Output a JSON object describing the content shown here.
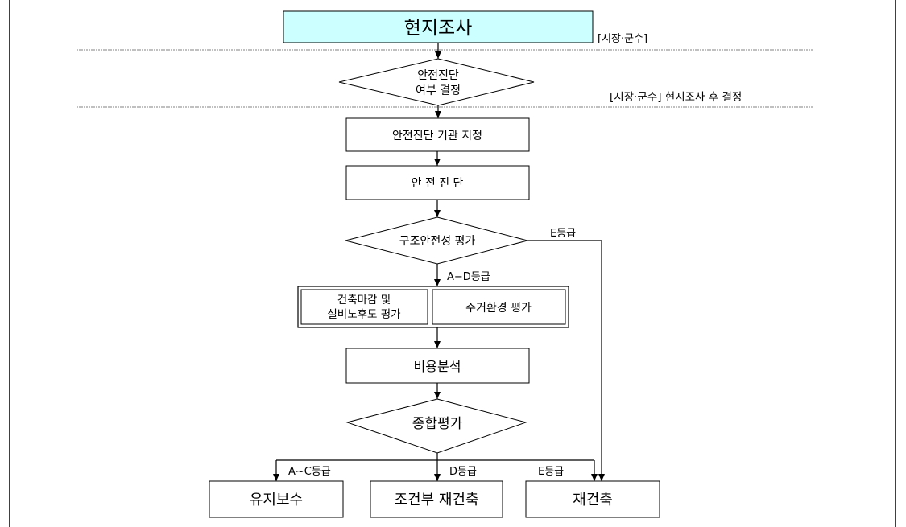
{
  "nodes": {
    "site_survey": "현지조사",
    "safety_decision_line1": "안전진단",
    "safety_decision_line2": "여부 결정",
    "agency_designation": "안전진단 기관 지정",
    "safety_diagnosis": "안 전 진 단",
    "structural_eval": "구조안전성 평가",
    "finish_eval_line1": "건축마감 및",
    "finish_eval_line2": "설비노후도 평가",
    "residential_eval": "주거환경 평가",
    "cost_analysis": "비용분석",
    "overall_eval": "종합평가",
    "maintenance": "유지보수",
    "conditional_rebuild": "조건부 재건축",
    "rebuild": "재건축"
  },
  "annotations": {
    "survey_actor": "[시장·군수]",
    "decision_actor": "[시장·군수] 현지조사 후 결정"
  },
  "edge_labels": {
    "structural_e": "E등급",
    "structural_ad": "A−D등급",
    "overall_ac": "A~C등급",
    "overall_d": "D등급",
    "overall_e": "E등급"
  },
  "colors": {
    "highlight_fill": "#ccffff",
    "line": "#000000",
    "separator": "#808080"
  }
}
